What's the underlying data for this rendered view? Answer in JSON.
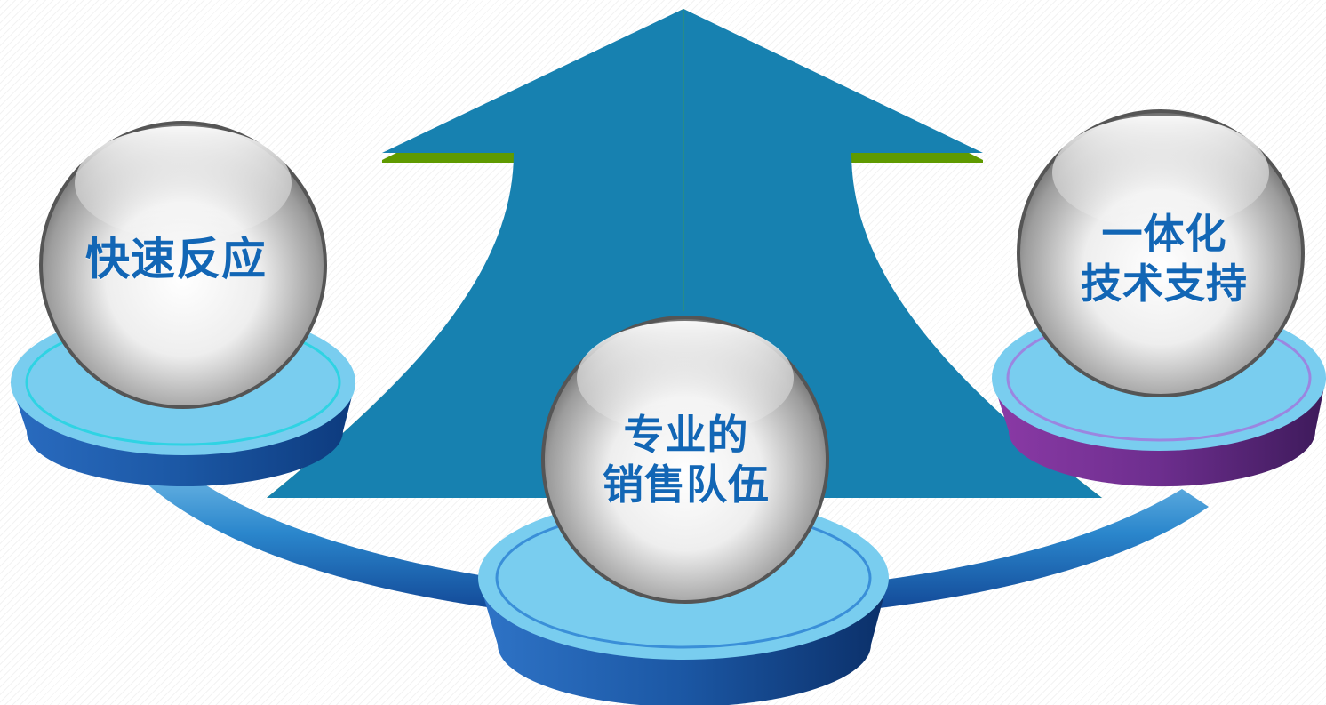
{
  "diagram": {
    "nodes": [
      {
        "id": "left",
        "lines": [
          "快速反应"
        ]
      },
      {
        "id": "center",
        "lines": [
          "专业的",
          "销售队伍"
        ]
      },
      {
        "id": "right",
        "lines": [
          "一体化",
          "技术支持"
        ]
      }
    ],
    "colors": {
      "arrow": "#1781b0",
      "arrow_edge": "#5f9a00",
      "text": "#1266b5",
      "platform_top": "#79cdef",
      "platform_side_blue": "#1b57a4",
      "platform_side_purple": "#6d2e8e",
      "ring_left": "#2fd3e3",
      "ring_center": "#3a8fd8",
      "ring_right": "#9b86e0"
    }
  }
}
